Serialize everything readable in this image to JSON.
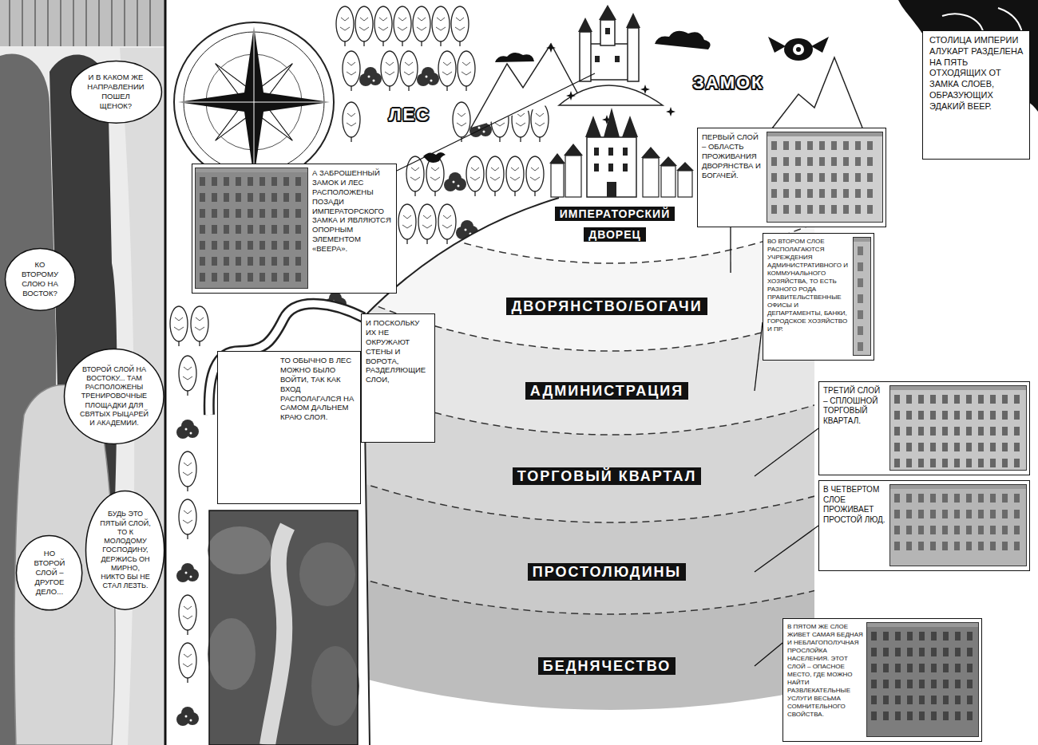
{
  "diagram": {
    "nodes": [
      {
        "text": [
          "И В КАКОМ ЖЕ НАПРАВЛЕНИИ ПОШЕЛ ЩЕНОК?"
        ]
      },
      {
        "text": [
          "КО ВТОРОМУ СЛОЮ НА ВОСТОК?"
        ]
      },
      {
        "text": [
          "ВТОРОЙ СЛОЙ НА ВОСТОКУ... ТАМ РАСПОЛОЖЕНЫ ТРЕНИРОВОЧНЫЕ ПЛОЩАДКИ ДЛЯ СВЯТЫХ РЫЦАРЕЙ И АКАДЕМИИ."
        ]
      },
      {
        "text": [
          "БУДЬ ЭТО ПЯТЫЙ СЛОЙ, ТО К МОЛОДОМУ ГОСПОДИНУ, ДЕРЖИСЬ ОН МИРНО, НИКТО БЫ НЕ СТАЛ ЛЕЗТЬ."
        ]
      },
      {
        "text": [
          "НО ВТОРОЙ СЛОЙ – ДРУГОЕ ДЕЛО..."
        ]
      },
      {
        "text": [
          "А ЗАБРОШЕННЫЙ ЗАМОК И ЛЕС РАСПОЛОЖЕНЫ ПОЗАДИ ИМПЕРАТОРСКОГО ЗАМКА И ЯВЛЯЮТСЯ ОПОРНЫМ ЭЛЕМЕНТОМ «ВЕЕРА»."
        ]
      },
      {
        "text": [
          "И ПОСКОЛЬКУ ИХ НЕ ОКРУЖАЮТ СТЕНЫ И ВОРОТА, РАЗДЕЛЯЮЩИЕ СЛОИ,"
        ]
      },
      {
        "text": [
          "ТО ОБЫЧНО В ЛЕС МОЖНО БЫЛО ВОЙТИ, ТАК КАК ВХОД РАСПОЛАГАЛСЯ НА САМОМ ДАЛЬНЕМ КРАЮ СЛОЯ."
        ]
      },
      {
        "text": [
          "ИМПЕРАТОРСКИЙ ДВОРЕЦ"
        ]
      },
      {
        "text": [
          "ДВОРЯНСТВО/БОГАЧИ"
        ]
      },
      {
        "text": [
          "АДМИНИСТРАЦИЯ"
        ]
      },
      {
        "text": [
          "ТОРГОВЫЙ КВАРТАЛ"
        ]
      },
      {
        "text": [
          "ПРОСТОЛЮДИНЫ"
        ]
      },
      {
        "text": [
          "БЕДНЯЧЕСТВО"
        ]
      },
      {
        "text": [
          "СТОЛИЦА ИМПЕРИИ АЛУКАРТ РАЗДЕЛЕНА НА ПЯТЬ ОТХОДЯЩИХ ОТ ЗАМКА СЛОЕВ, ОБРАЗУЮЩИХ ЭДАКИЙ ВЕЕР."
        ]
      },
      {
        "text": [
          "ПЕРВЫЙ СЛОЙ – ОБЛАСТЬ ПРОЖИВАНИЯ ДВОРЯНСТВА И БОГАЧЕЙ."
        ]
      },
      {
        "text": [
          "ВО ВТОРОМ СЛОЕ РАСПОЛАГАЮТСЯ УЧРЕЖДЕНИЯ АДМИНИСТРАТИВНОГО И КОММУНАЛЬНОГО ХОЗЯЙСТВА, ТО ЕСТЬ РАЗНОГО РОДА ПРАВИТЕЛЬСТВЕННЫЕ ОФИСЫ И ДЕПАРТАМЕНТЫ, БАНКИ, ГОРОДСКОЕ ХОЗЯЙСТВО И ПР."
        ]
      },
      {
        "text": [
          "ТРЕТИЙ СЛОЙ – СПЛОШНОЙ ТОРГОВЫЙ КВАРТАЛ."
        ]
      },
      {
        "text": [
          "В ЧЕТВЕРТОМ СЛОЕ ПРОЖИВАЕТ ПРОСТОЙ ЛЮД."
        ]
      },
      {
        "text": [
          "В ПЯТОМ ЖЕ СЛОЕ ЖИВЕТ САМАЯ БЕДНАЯ И НЕБЛАГОПОЛУЧНАЯ ПРОСЛОЙКА НАСЕЛЕНИЯ. ЭТОТ СЛОЙ – ОПАСНОЕ МЕСТО, ГДЕ МОЖНО НАЙТИ РАЗВЛЕКАТЕЛЬНЫЕ УСЛУГИ ВЕСЬМА СОМНИТЕЛЬНОГО СВОЙСТВА."
        ]
      }
    ],
    "edges": [
      {
        "from": 15,
        "to": 9,
        "arrow": "none"
      },
      {
        "from": 16,
        "to": 10,
        "arrow": "none"
      },
      {
        "from": 17,
        "to": 11,
        "arrow": "none"
      },
      {
        "from": 18,
        "to": 12,
        "arrow": "none"
      },
      {
        "from": 19,
        "to": 13,
        "arrow": "none"
      }
    ],
    "labels": [
      "ЛЕС",
      "ЗАМОК"
    ]
  }
}
